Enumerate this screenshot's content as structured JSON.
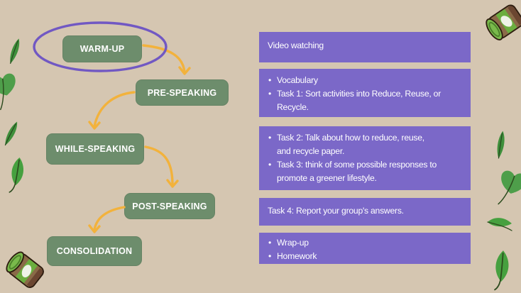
{
  "slide": {
    "flow": {
      "steps": [
        {
          "label": "WARM-UP",
          "highlighted": true
        },
        {
          "label": "PRE-SPEAKING",
          "highlighted": false
        },
        {
          "label": "WHILE-SPEAKING",
          "highlighted": false
        },
        {
          "label": "POST-SPEAKING",
          "highlighted": false
        },
        {
          "label": "CONSOLIDATION",
          "highlighted": false
        }
      ]
    },
    "content_boxes": [
      {
        "text": "Video watching"
      },
      {
        "bullets": [
          {
            "lines": [
              "Vocabulary"
            ]
          },
          {
            "lines": [
              "Task 1: Sort activities into Reduce, Reuse, or",
              "Recycle."
            ]
          }
        ]
      },
      {
        "bullets": [
          {
            "lines": [
              "Task 2: Talk about how to reduce, reuse,",
              "and recycle paper."
            ]
          },
          {
            "lines": [
              "Task 3: think of some possible responses to",
              "promote a greener lifestyle."
            ]
          }
        ]
      },
      {
        "text": "Task 4: Report your group's answers."
      },
      {
        "bullets": [
          {
            "lines": [
              "Wrap-up"
            ]
          },
          {
            "lines": [
              "Homework"
            ]
          }
        ]
      }
    ],
    "decorations": [
      "tin-can-icon",
      "teardrop-leaf-icon",
      "heart-leaf-icon",
      "blade-leaf-icon",
      "curved-leaf-icon"
    ],
    "colors": {
      "background": "#d5c6b1",
      "flow_step": "#6d8d6c",
      "content_box": "#7b68c8",
      "arrow": "#f2b23c",
      "highlight_ellipse": "#7158c3",
      "text": "#ffffff"
    }
  }
}
